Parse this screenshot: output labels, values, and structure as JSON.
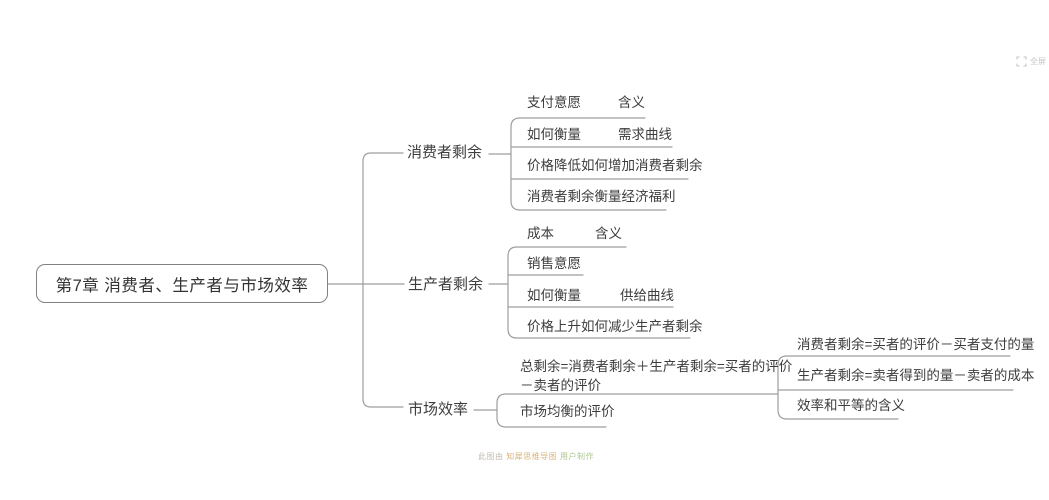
{
  "root": {
    "title": "第7章 消费者、生产者与市场效率"
  },
  "branch_consumer_surplus": {
    "label": "消费者剩余",
    "payment_willingness": "支付意愿",
    "payment_meaning": "含义",
    "how_to_measure": "如何衡量",
    "demand_curve": "需求曲线",
    "price_decrease": "价格降低如何增加消费者剩余",
    "welfare": "消费者剩余衡量经济福利"
  },
  "branch_producer_surplus": {
    "label": "生产者剩余",
    "cost": "成本",
    "cost_meaning": "含义",
    "sell_willingness": "销售意愿",
    "how_to_measure": "如何衡量",
    "supply_curve": "供给曲线",
    "price_increase": "价格上升如何减少生产者剩余"
  },
  "branch_market_efficiency": {
    "label": "市场效率",
    "total_surplus_line1": "总剩余=消费者剩余＋生产者剩余=买者的评价",
    "total_surplus_line2": "－卖者的评价",
    "equilibrium_evaluation": "市场均衡的评价",
    "consumer_formula": "消费者剩余=买者的评价－买者支付的量",
    "producer_formula": "生产者剩余=卖者得到的量－卖者的成本",
    "efficiency_equality": "效率和平等的含义"
  },
  "chrome": {
    "fullscreen_label": "全屏",
    "watermark_part1": "此图由",
    "watermark_part2": "知犀思维导图",
    "watermark_part3": "用户制作"
  },
  "colors": {
    "line": "#9e9e9e",
    "text": "#3d3d3d",
    "root_border": "#818181"
  }
}
